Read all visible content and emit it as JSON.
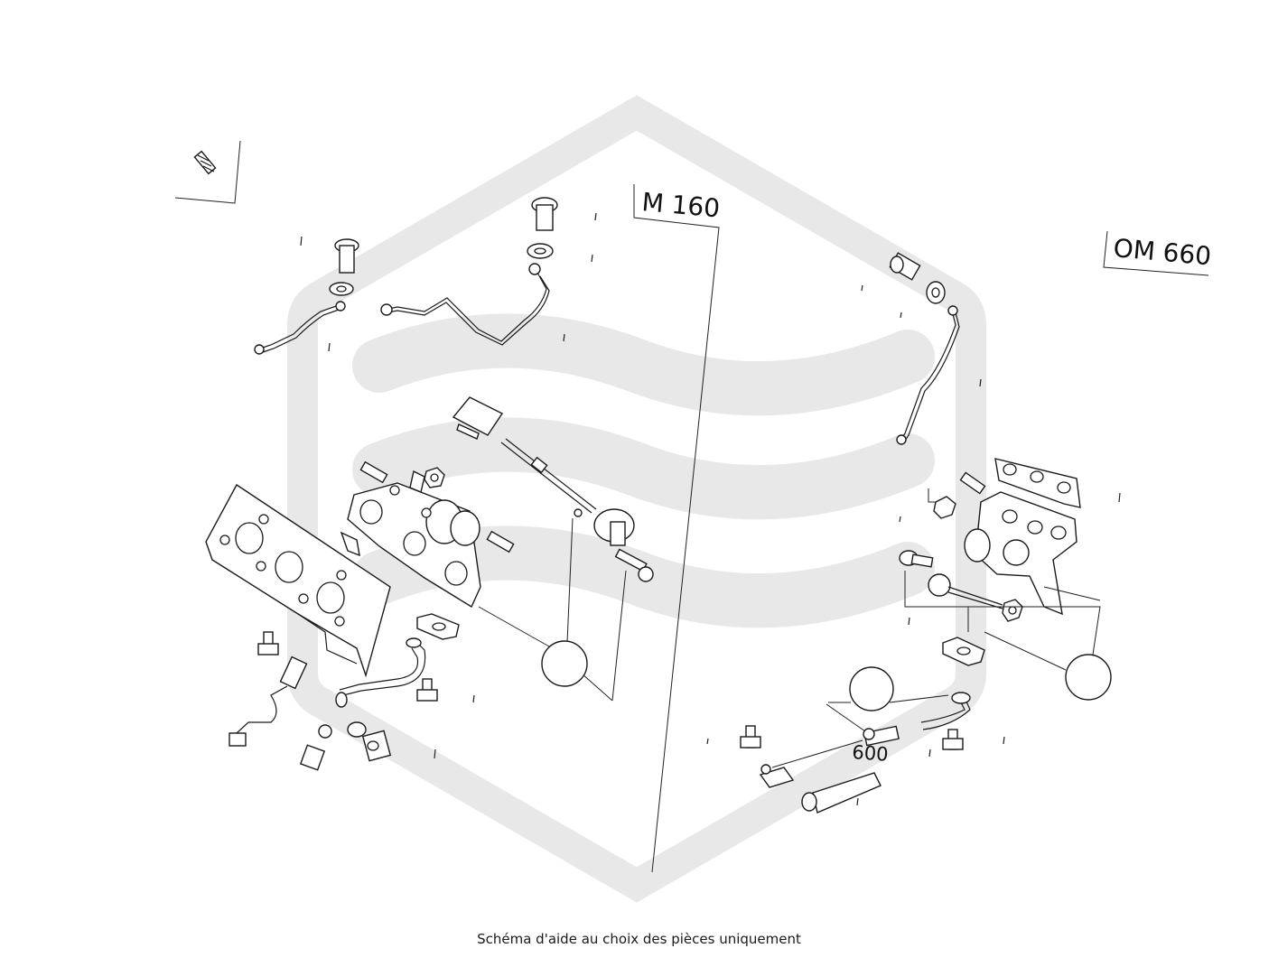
{
  "diagram": {
    "engine_label_left": "M 160",
    "engine_label_right": "OM 660",
    "callout_number": "600"
  },
  "caption": "Schéma d'aide au choix des pièces uniquement",
  "colors": {
    "watermark": "#e8e8e8",
    "line": "#1a1a1a",
    "background": "#ffffff"
  }
}
